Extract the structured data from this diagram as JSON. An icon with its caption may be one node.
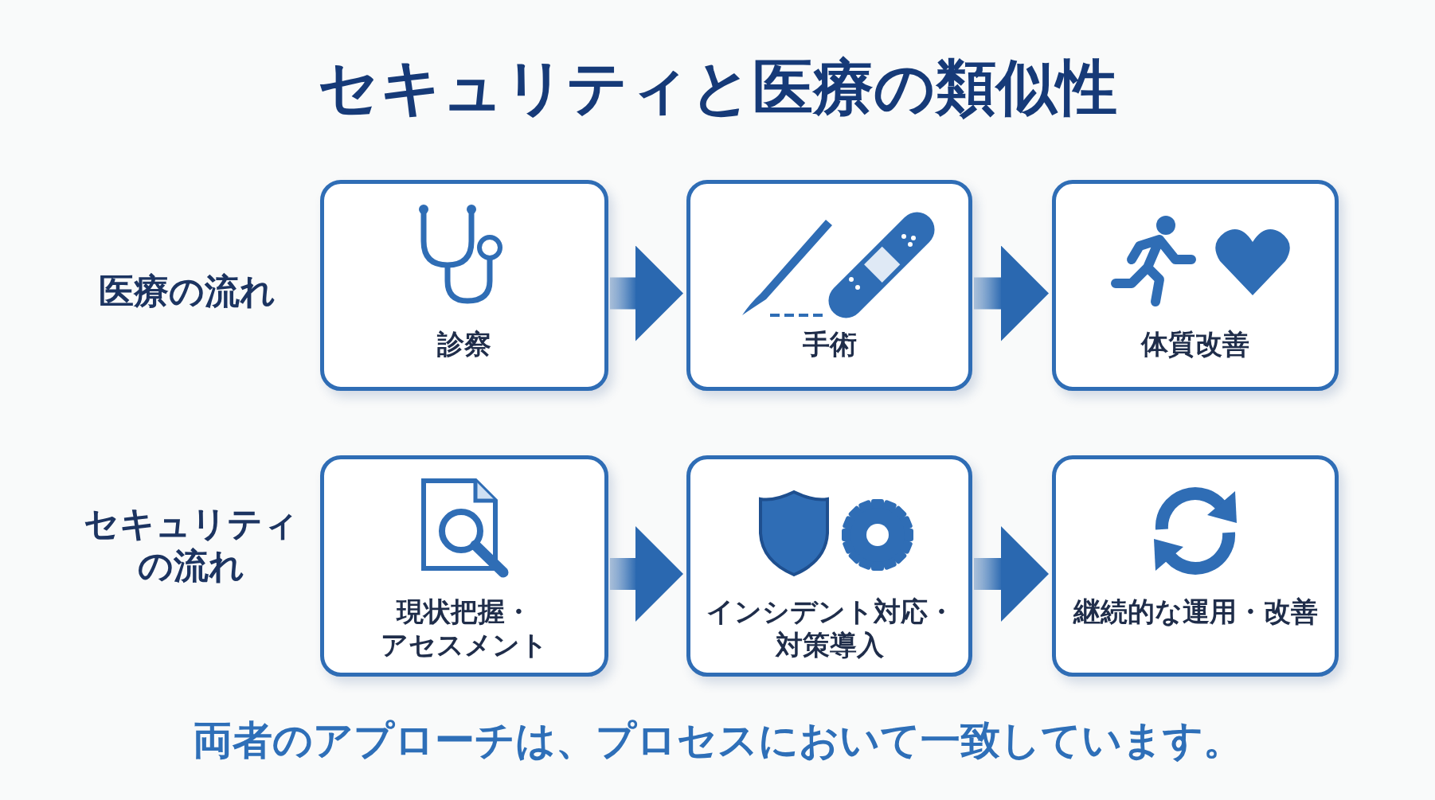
{
  "diagram": {
    "title": "セキュリティと医療の類似性",
    "nodes": [
      {
        "text": [
          "診察"
        ]
      },
      {
        "text": [
          "手術"
        ]
      },
      {
        "text": [
          "体質改善"
        ]
      },
      {
        "text": [
          "現状把握・アセスメント"
        ]
      },
      {
        "text": [
          "インシデント対応・対策導入"
        ]
      },
      {
        "text": [
          "継続的な運用・改善"
        ]
      }
    ],
    "edges": [
      {
        "from": 0,
        "to": 1,
        "arrow": "to"
      },
      {
        "from": 1,
        "to": 2,
        "arrow": "to"
      },
      {
        "from": 3,
        "to": 4,
        "arrow": "to"
      },
      {
        "from": 4,
        "to": 5,
        "arrow": "to"
      }
    ],
    "labels": [
      "医療の流れ",
      "セキュリティの流れ",
      "両者のアプローチは、プロセスにおいて一致しています。"
    ]
  }
}
